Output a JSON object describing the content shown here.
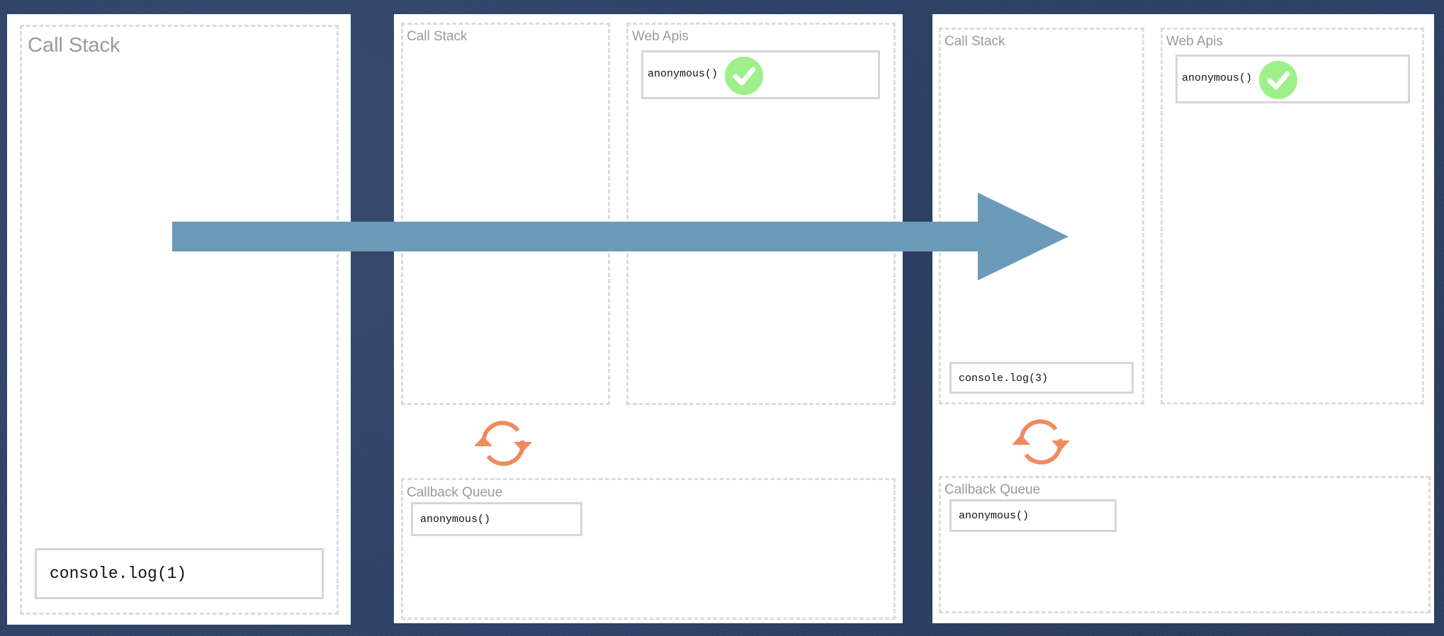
{
  "colors": {
    "background": "#2e4166",
    "panel": "#ffffff",
    "dashed_border": "#dcdcdc",
    "label_text": "#9a9a9a",
    "check_fill": "#9df08a",
    "loop_color": "#f08a5d",
    "arrow_color": "#6b9bb8"
  },
  "icons": {
    "check": "checkmark-circle-icon",
    "event_loop": "refresh-cycle-icon",
    "transition": "right-arrow"
  },
  "panel1": {
    "call_stack_label": "Call Stack",
    "call_stack_item": "console.log(1)"
  },
  "panel2": {
    "call_stack_label": "Call Stack",
    "web_apis_label": "Web Apis",
    "web_apis_item": "anonymous()",
    "callback_queue_label": "Callback Queue",
    "callback_queue_item": "anonymous()"
  },
  "panel3": {
    "call_stack_label": "Call Stack",
    "call_stack_item": "console.log(3)",
    "web_apis_label": "Web Apis",
    "web_apis_item": "anonymous()",
    "callback_queue_label": "Callback Queue",
    "callback_queue_item": "anonymous()"
  }
}
